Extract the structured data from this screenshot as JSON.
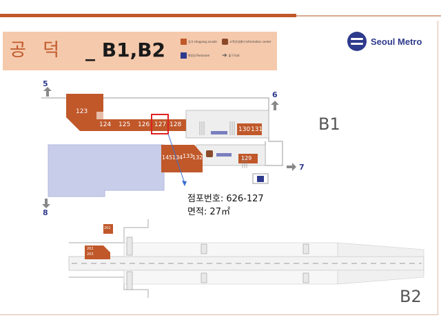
{
  "header": {
    "station_name": "공 덕",
    "levels": "_ B1,B2",
    "logo_text": "Seoul Metro"
  },
  "legend": {
    "items": [
      {
        "label": "상가 shopping arcade",
        "color": "#c0582a"
      },
      {
        "label": "고객안내센터 Information center",
        "color": "#8a4a2a"
      },
      {
        "label": "화장실 Restroom",
        "color": "#2e3a8c"
      },
      {
        "label": "출구 Exit",
        "color": "#555555"
      }
    ]
  },
  "stores": {
    "s123": "123",
    "s124": "124",
    "s125": "125",
    "s126": "126",
    "s127": "127",
    "s128": "128",
    "s130": "130",
    "s131": "131",
    "s145": "145",
    "s134": "134",
    "s133": "133",
    "s132": "132",
    "s129": "129",
    "s201": "201",
    "s202": "202",
    "s203": "203"
  },
  "exits": {
    "e5": "5",
    "e6": "6",
    "e7": "7",
    "e8": "8"
  },
  "levels": {
    "b1": "B1",
    "b2": "B2"
  },
  "info": {
    "store_number": "점포번호: 626-127",
    "area": "면적: 27㎡"
  },
  "colors": {
    "store": "#c0582a",
    "corridor": "#e8e8e8",
    "platform": "#c8cdea",
    "highlight": "#e02020",
    "accent": "#2e3a8c"
  }
}
